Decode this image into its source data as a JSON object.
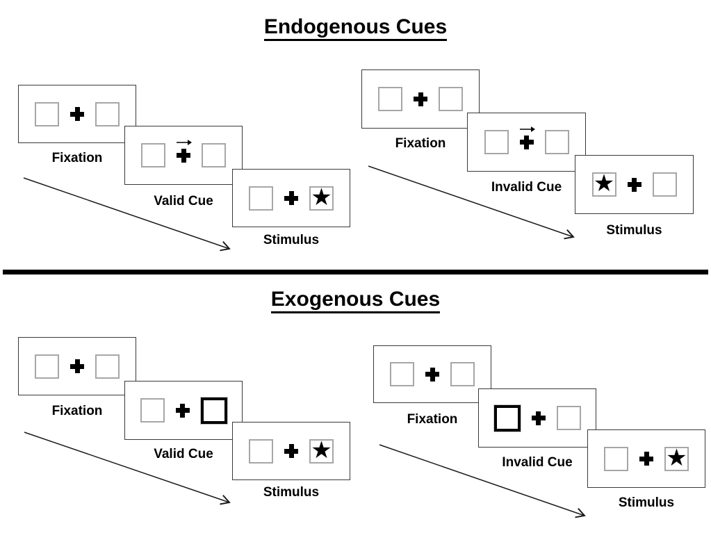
{
  "colors": {
    "background": "#ffffff",
    "ink": "#000000",
    "panel_border": "#383838",
    "box_border": "#a6a6a6",
    "bold_cue_border": "#000000"
  },
  "symbols": {
    "star": "★"
  },
  "sections": [
    {
      "title": "Endogenous Cues",
      "sequences": [
        {
          "name": "endogenous-valid",
          "panels": [
            {
              "label": "Fixation"
            },
            {
              "label": "Valid Cue"
            },
            {
              "label": "Stimulus"
            }
          ]
        },
        {
          "name": "endogenous-invalid",
          "panels": [
            {
              "label": "Fixation"
            },
            {
              "label": "Invalid Cue"
            },
            {
              "label": "Stimulus"
            }
          ]
        }
      ]
    },
    {
      "title": "Exogenous Cues",
      "sequences": [
        {
          "name": "exogenous-valid",
          "panels": [
            {
              "label": "Fixation"
            },
            {
              "label": "Valid Cue"
            },
            {
              "label": "Stimulus"
            }
          ]
        },
        {
          "name": "exogenous-invalid",
          "panels": [
            {
              "label": "Fixation"
            },
            {
              "label": "Invalid Cue"
            },
            {
              "label": "Stimulus"
            }
          ]
        }
      ]
    }
  ]
}
